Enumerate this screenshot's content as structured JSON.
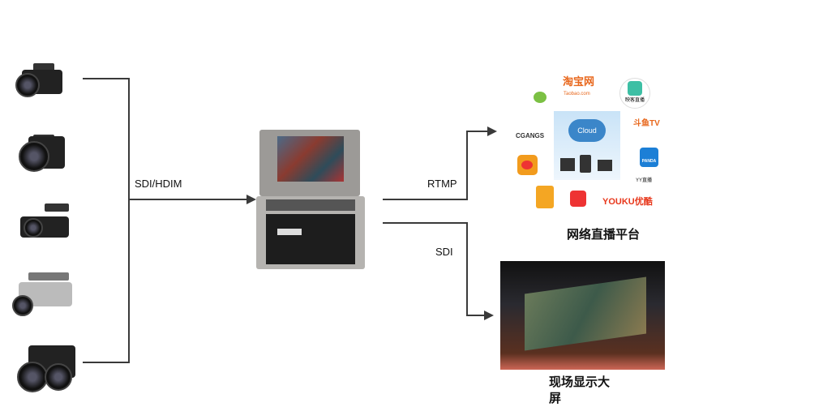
{
  "labels": {
    "input": "SDI/HDIM",
    "rtmp": "RTMP",
    "sdi": "SDI"
  },
  "platform": {
    "title": "网络直播平台",
    "cloud": "Cloud",
    "logos": {
      "taobao": "淘宝网",
      "taobao_sub": "Taobao.com",
      "owl": "映客直播",
      "cgangs": "CGANGS",
      "douyu": "斗鱼TV",
      "panda": "PANDA",
      "yy": "YY直播",
      "youku": "YOUKU优酷"
    }
  },
  "screen": {
    "title": "现场显示大屏"
  },
  "colors": {
    "line": "#3a3a3a",
    "orange": "#e8671c",
    "blue": "#1c7fd6"
  }
}
